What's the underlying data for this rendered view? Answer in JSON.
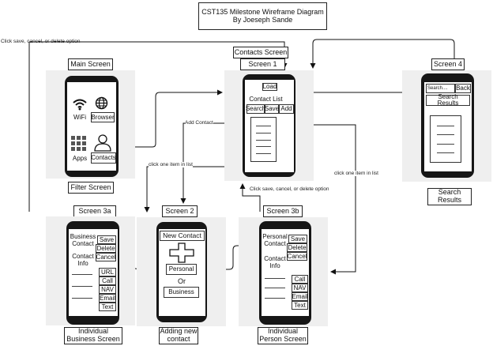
{
  "title": {
    "line1": "CST135 Milestone Wireframe Diagram",
    "line2": "By Joeseph Sande"
  },
  "edge_labels": {
    "click_save_top": "Click save, cancel, or delete option",
    "add_contact": "Add Contact",
    "click_one_left": "click one item in list",
    "click_one_right": "click one item in list",
    "click_save_mid": "Click save, cancel, or delete option"
  },
  "screens": {
    "main": {
      "header": "Main Screen",
      "footer": "Filter Screen",
      "icons": [
        "wifi-icon",
        "globe-icon",
        "apps-grid-icon",
        "person-icon"
      ],
      "labels": [
        "WiFi",
        "Browser",
        "Apps",
        "Contacts"
      ]
    },
    "contacts": {
      "header_top": "Contacts Screen",
      "header": "Screen 1",
      "load": "Load",
      "list_title": "Contact List",
      "buttons": [
        "Search",
        "Save",
        "Add"
      ]
    },
    "search": {
      "header": "Screen 4",
      "input_placeholder": "Search....",
      "back": "Back",
      "results": "Search Results",
      "footer_line1": "Search",
      "footer_line2": "Results"
    },
    "business": {
      "header": "Screen 3a",
      "contact_label": "Business Contact",
      "info_label": "Contact Info",
      "actions": [
        "Save",
        "Delete",
        "Cancel"
      ],
      "comm": [
        "URL",
        "Call",
        "NAV",
        "Email",
        "Text"
      ],
      "footer_line1": "Individual",
      "footer_line2": "Business Screen"
    },
    "adding": {
      "header": "Screen 2",
      "new_contact": "New Contact",
      "personal": "Personal",
      "or": "Or",
      "business": "Business",
      "footer_line1": "Adding new",
      "footer_line2": "contact"
    },
    "person": {
      "header": "Screen 3b",
      "contact_label": "Personal Contact",
      "info_label": "Contact Info",
      "actions": [
        "Save",
        "Delete",
        "Cancel"
      ],
      "comm": [
        "Call",
        "NAV",
        "Email",
        "Text"
      ],
      "footer_line1": "Individual",
      "footer_line2": "Person Screen"
    }
  }
}
